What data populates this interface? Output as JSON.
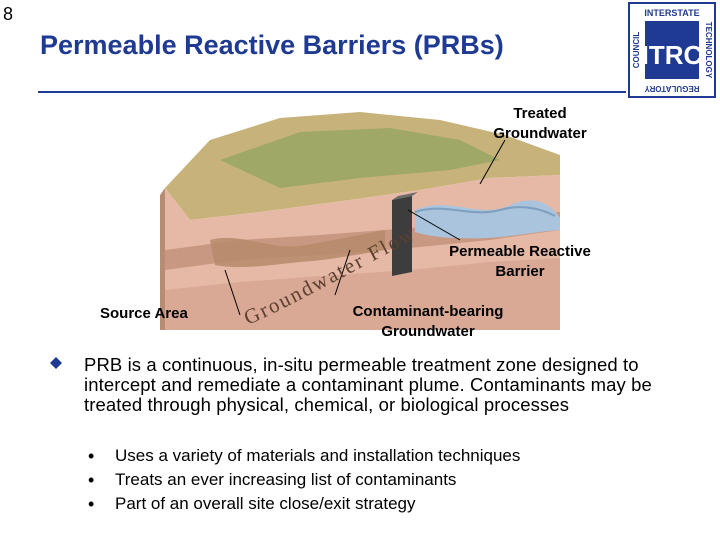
{
  "slide": {
    "number": "8",
    "title": "Permeable Reactive Barriers (PRBs)"
  },
  "logo": {
    "big": "ITRC",
    "top": "INTERSTATE",
    "left": "COUNCIL",
    "right": "TECHNOLOGY",
    "bottom": "REGULATORY"
  },
  "diagram": {
    "treated_label": "Treated Groundwater",
    "barrier_label": "Permeable Reactive Barrier",
    "source_label": "Source Area",
    "flow_label": "Groundwater Flow",
    "contaminant_label": "Contaminant-bearing Groundwater"
  },
  "bullets": {
    "main": "PRB is a continuous, in-situ permeable treatment zone designed to intercept and remediate a contaminant plume. Contaminants may be treated through physical, chemical, or biological processes",
    "subs": [
      "Uses a variety of materials and installation techniques",
      "Treats an ever increasing list of contaminants",
      "Part of an overall site close/exit strategy"
    ]
  }
}
